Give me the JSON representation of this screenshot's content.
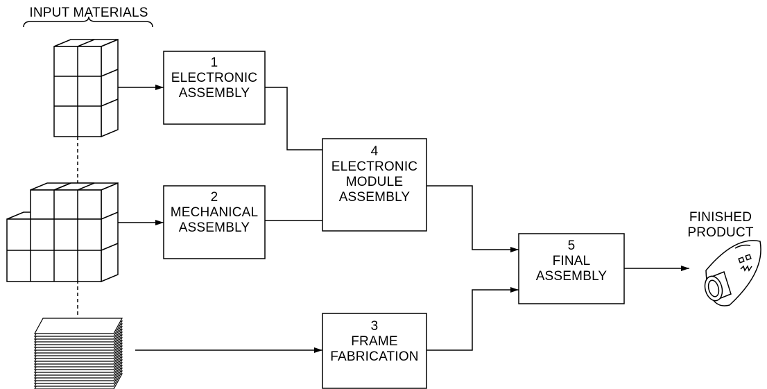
{
  "labels": {
    "input_materials": "INPUT MATERIALS",
    "finished_product": [
      "FINISHED",
      "PRODUCT"
    ]
  },
  "boxes": {
    "b1": [
      "1",
      "ELECTRONIC",
      "ASSEMBLY"
    ],
    "b2": [
      "2",
      "MECHANICAL",
      "ASSEMBLY"
    ],
    "b3": [
      "3",
      "FRAME",
      "FABRICATION"
    ],
    "b4": [
      "4",
      "ELECTRONIC",
      "MODULE",
      "ASSEMBLY"
    ],
    "b5": [
      "5",
      "FINAL",
      "ASSEMBLY"
    ]
  },
  "icons": {
    "input_1": "cube-stack-icon",
    "input_2": "stepped-cube-stack-icon",
    "input_3": "sheet-stack-icon",
    "product": "finished-product-icon"
  },
  "colors": {
    "stroke": "#000000",
    "background": "#ffffff"
  }
}
